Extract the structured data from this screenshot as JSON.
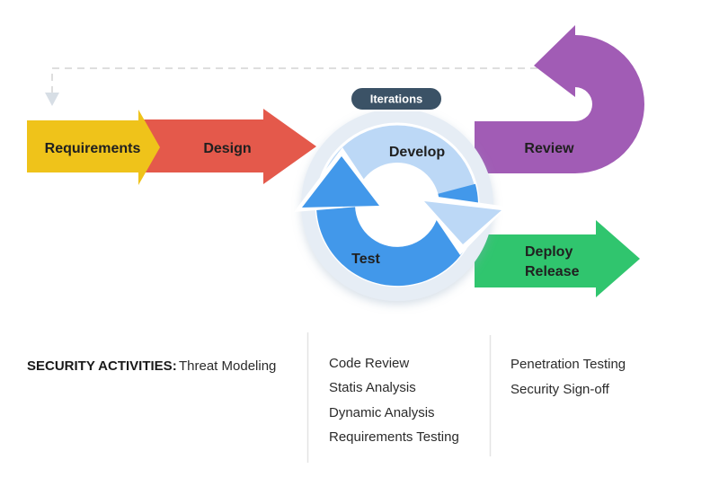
{
  "flow": {
    "requirements_label": "Requirements",
    "design_label": "Design",
    "review_label": "Review",
    "deploy_label": "Deploy",
    "release_label": "Release"
  },
  "cycle": {
    "iterations_label": "Iterations",
    "develop_label": "Develop",
    "test_label": "Test"
  },
  "security": {
    "heading": "SECURITY ACTIVITIES:",
    "col1": [
      "Threat Modeling"
    ],
    "col2": [
      "Code Review",
      "Statis Analysis",
      "Dynamic Analysis",
      "Requirements Testing"
    ],
    "col3": [
      "Penetration Testing",
      "Security Sign-off"
    ]
  },
  "colors": {
    "yellow": "#EFC31A",
    "red": "#E4594B",
    "purple": "#A15CB5",
    "green": "#30C56E",
    "ring": "#E6EDF5",
    "light_blue": "#BCD8F6",
    "dark_blue": "#4298EA",
    "white": "#FFFFFF",
    "navy": "#3B5266",
    "dash": "#DEDEDE",
    "dash_arrow": "#D7DEE5",
    "divider": "#E4E4E4"
  }
}
